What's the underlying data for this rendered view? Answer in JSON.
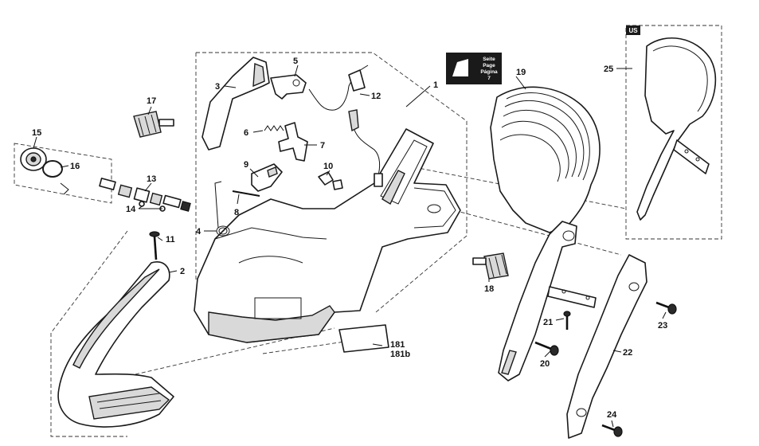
{
  "page_reference": {
    "lines": [
      "Seite",
      "Page",
      "Página",
      "7"
    ]
  },
  "us_badge": "US",
  "callouts": {
    "p1": "1",
    "p2": "2",
    "p3": "3",
    "p4": "4",
    "p5": "5",
    "p6": "6",
    "p7": "7",
    "p8": "8",
    "p9": "9",
    "p10": "10",
    "p11": "11",
    "p12": "12",
    "p13": "13",
    "p14": "14",
    "p15": "15",
    "p16": "16",
    "p17": "17",
    "p18": "18",
    "p19": "19",
    "p20": "20",
    "p21": "21",
    "p22": "22",
    "p23": "23",
    "p24": "24",
    "p25": "25",
    "p181": "181",
    "p181b": "181b"
  }
}
